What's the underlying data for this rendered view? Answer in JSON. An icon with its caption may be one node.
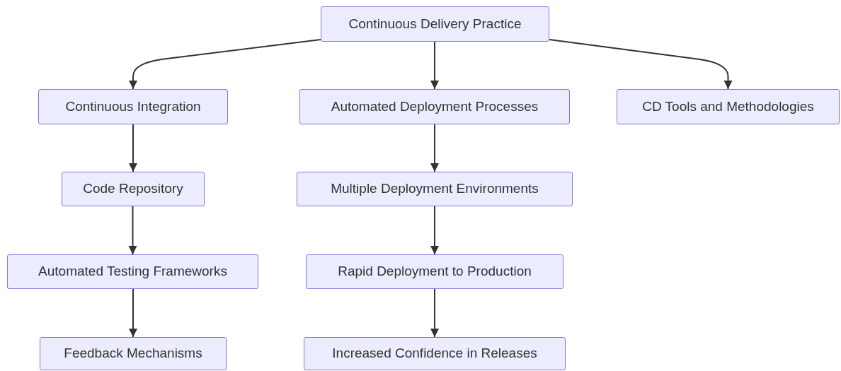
{
  "diagram": {
    "nodes": [
      {
        "text": [
          "Continuous Delivery Practice"
        ]
      },
      {
        "text": [
          "Continuous Integration"
        ]
      },
      {
        "text": [
          "Automated Deployment Processes"
        ]
      },
      {
        "text": [
          "CD Tools and Methodologies"
        ]
      },
      {
        "text": [
          "Code Repository"
        ]
      },
      {
        "text": [
          "Multiple Deployment Environments"
        ]
      },
      {
        "text": [
          "Automated Testing Frameworks"
        ]
      },
      {
        "text": [
          "Rapid Deployment to Production"
        ]
      },
      {
        "text": [
          "Feedback Mechanisms"
        ]
      },
      {
        "text": [
          "Increased Confidence in Releases"
        ]
      }
    ],
    "edges": [
      {
        "from": 0,
        "to": 1,
        "arrow": "to"
      },
      {
        "from": 0,
        "to": 2,
        "arrow": "to"
      },
      {
        "from": 0,
        "to": 3,
        "arrow": "to"
      },
      {
        "from": 1,
        "to": 4,
        "arrow": "to"
      },
      {
        "from": 4,
        "to": 6,
        "arrow": "to"
      },
      {
        "from": 6,
        "to": 8,
        "arrow": "to"
      },
      {
        "from": 2,
        "to": 5,
        "arrow": "to"
      },
      {
        "from": 5,
        "to": 7,
        "arrow": "to"
      },
      {
        "from": 7,
        "to": 9,
        "arrow": "to"
      }
    ]
  }
}
